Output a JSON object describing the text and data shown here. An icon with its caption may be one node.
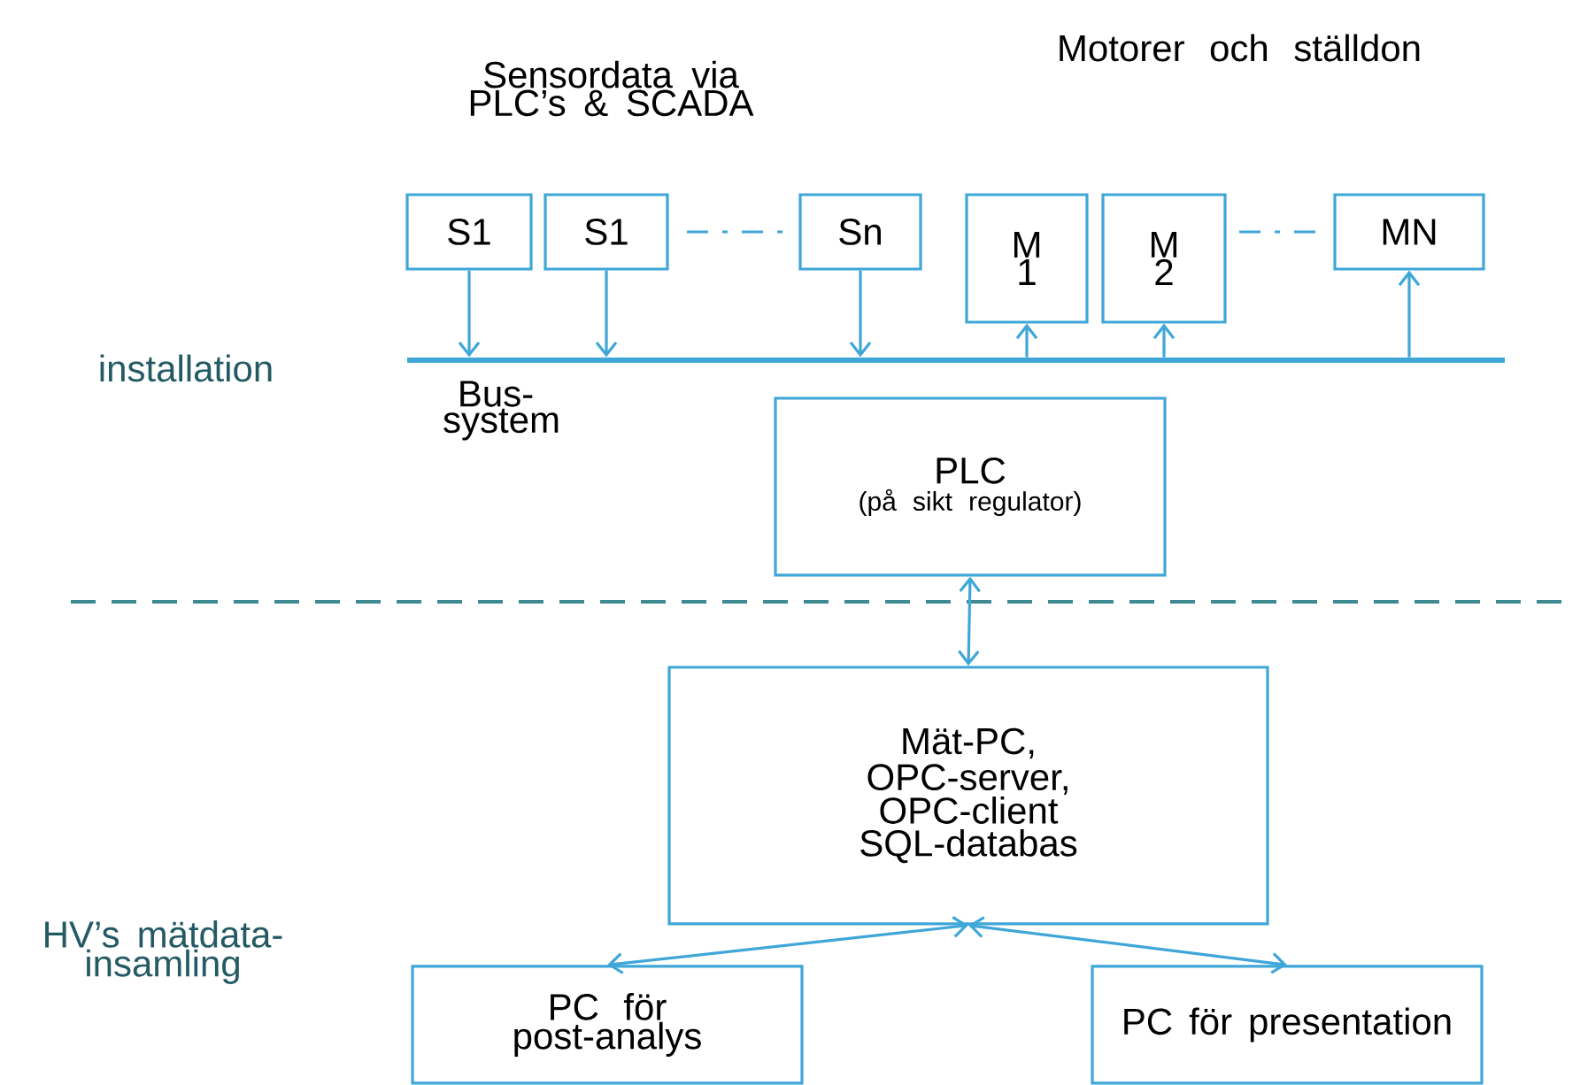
{
  "diagram": {
    "nodes": [
      {
        "text": [
          "S1"
        ]
      },
      {
        "text": [
          "S1"
        ]
      },
      {
        "text": [
          "Sn"
        ]
      },
      {
        "text": [
          "M 1"
        ]
      },
      {
        "text": [
          "M 2"
        ]
      },
      {
        "text": [
          "MN"
        ]
      },
      {
        "text": [],
        "shape": "bar",
        "beside": [
          "Bus-system"
        ]
      },
      {
        "text": [
          "PLC",
          "(på sikt regulator)"
        ]
      },
      {
        "text": [
          "Mät-PC,",
          "OPC-server, OPC-client",
          "SQL-databas"
        ]
      },
      {
        "text": [
          "PC för post-analys"
        ]
      },
      {
        "text": [
          "PC för presentation"
        ]
      }
    ],
    "edges": [
      {
        "from": 0,
        "to": 6,
        "arrow": "to"
      },
      {
        "from": 1,
        "to": 6,
        "arrow": "to"
      },
      {
        "from": 2,
        "to": 6,
        "arrow": "to"
      },
      {
        "from": 6,
        "to": 3,
        "arrow": "to"
      },
      {
        "from": 6,
        "to": 4,
        "arrow": "to"
      },
      {
        "from": 6,
        "to": 5,
        "arrow": "to"
      },
      {
        "from": 7,
        "to": 8,
        "arrow": "both"
      },
      {
        "from": 8,
        "to": 9,
        "arrow": "both"
      },
      {
        "from": 8,
        "to": 10,
        "arrow": "both"
      }
    ],
    "labels": [
      "Sensordata via PLC’s & SCADA",
      "Motorer och ställdon",
      "installation",
      "HV’s mätdata-insamling"
    ]
  }
}
